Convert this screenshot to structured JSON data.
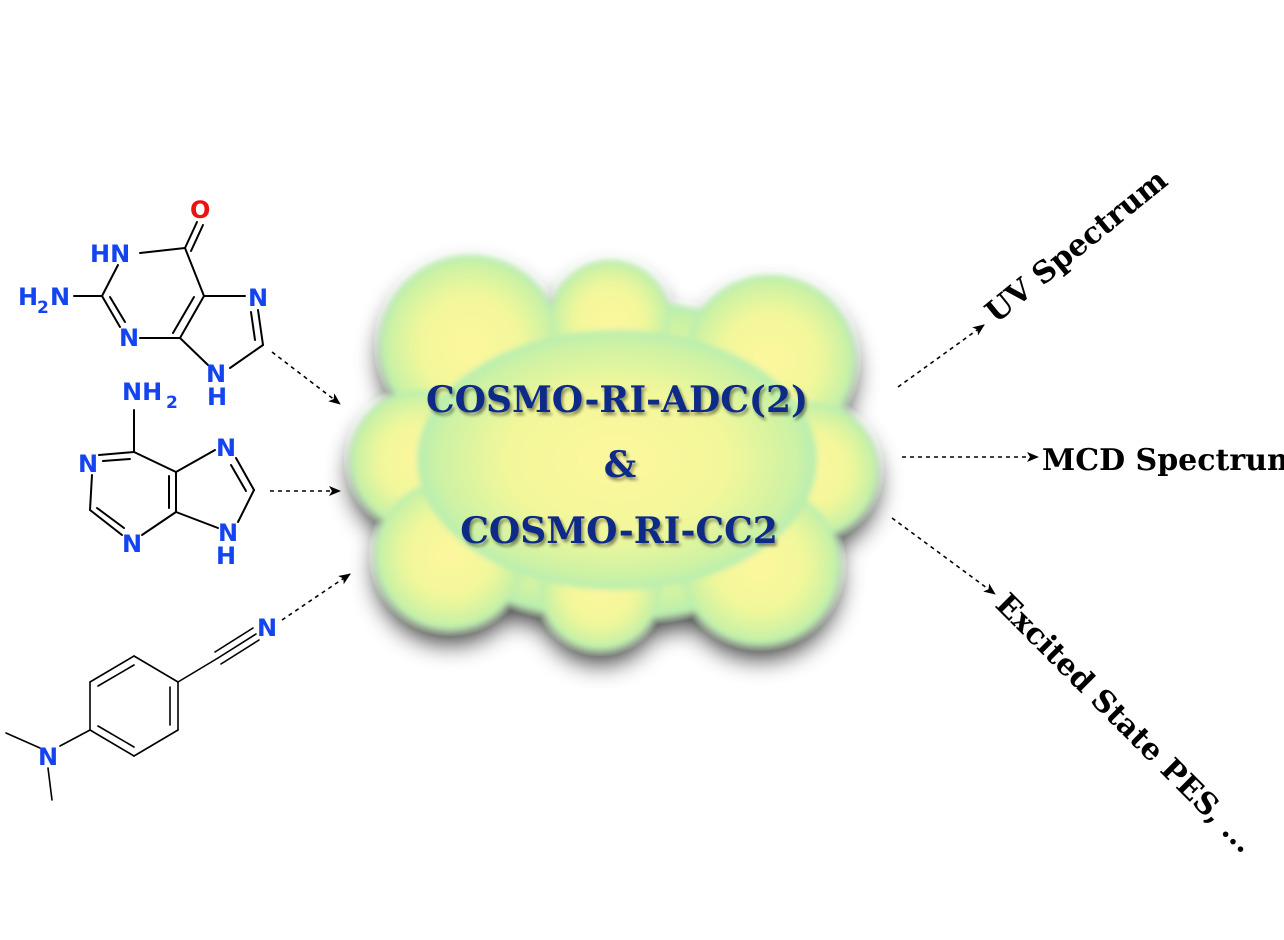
{
  "colors": {
    "nitrogen": "#1443f0",
    "oxygen": "#ee1111",
    "bond": "#000000",
    "method_text": "#0f2a86",
    "cloud_center": "#fbf6a0",
    "cloud_edge": "#8ee8c6"
  },
  "methods": {
    "line1": "COSMO-RI-ADC(2)",
    "line2": "&",
    "line3": "COSMO-RI-CC2"
  },
  "outputs": {
    "uv": "UV Spectrum",
    "mcd": "MCD Spectrum",
    "pes": "Excited State PES, ..."
  },
  "molecules": {
    "guanine": {
      "o": "O",
      "hn": "HN",
      "h2n_h": "H",
      "h2n_2": "2",
      "h2n_n": "N",
      "n3": "N",
      "n7": "N",
      "n9": "N",
      "h9": "H"
    },
    "adenine": {
      "nh2_nh": "NH",
      "nh2_2": "2",
      "n1": "N",
      "n3": "N",
      "n7": "N",
      "n9": "N",
      "h9": "H"
    },
    "dmabn": {
      "n_nitrile": "N",
      "n_amine": "N"
    }
  }
}
